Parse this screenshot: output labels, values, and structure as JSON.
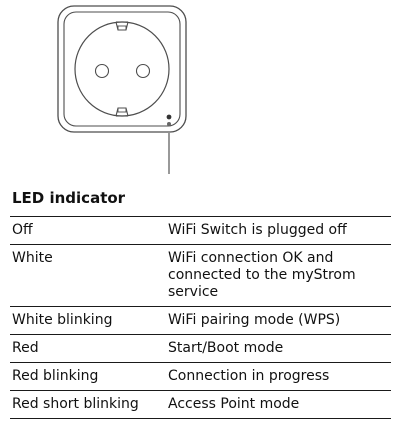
{
  "device": {
    "icons": [
      "socket-outlet-icon",
      "led-icon"
    ]
  },
  "title": "LED indicator",
  "led_table": {
    "rows": [
      {
        "state": "Off",
        "description": "WiFi Switch is plugged off"
      },
      {
        "state": "White",
        "description": "WiFi connection OK and connected  to the myStrom service"
      },
      {
        "state": "White blinking",
        "description": "WiFi pairing mode (WPS)"
      },
      {
        "state": "Red",
        "description": "Start/Boot mode"
      },
      {
        "state": "Red blinking",
        "description": "Connection in progress"
      },
      {
        "state": "Red short blinking",
        "description": "Access Point mode"
      }
    ]
  }
}
